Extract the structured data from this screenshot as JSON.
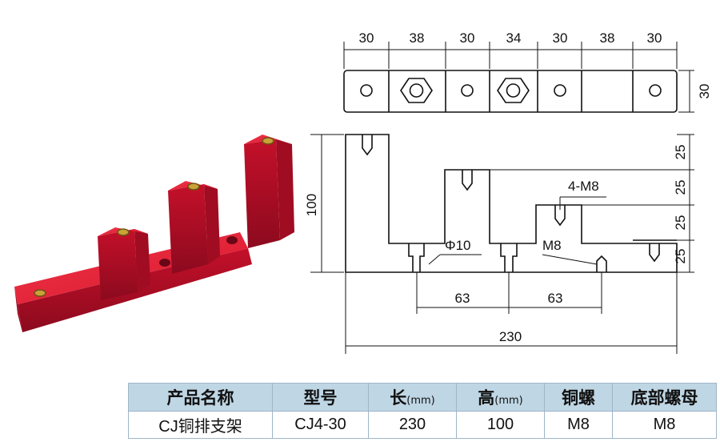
{
  "drawing": {
    "top_dims": [
      "30",
      "38",
      "30",
      "34",
      "30",
      "38",
      "30"
    ],
    "top_height": "30",
    "left_height": "100",
    "right_steps": [
      "25",
      "25",
      "25",
      "25"
    ],
    "callout_4m8": "4-M8",
    "callout_phi10": "Φ10",
    "callout_m8": "M8",
    "spacing_left": "63",
    "spacing_right": "63",
    "overall_length": "230"
  },
  "table": {
    "headers": [
      "产品名称",
      "型号",
      "长",
      "高",
      "铜螺",
      "底部螺母"
    ],
    "units": [
      "",
      "",
      "(mm)",
      "(mm)",
      "",
      ""
    ],
    "row": [
      "CJ铜排支架",
      "CJ4-30",
      "230",
      "100",
      "M8",
      "M8"
    ]
  },
  "colors": {
    "insulator_red": "#d8142b",
    "brass_insert": "#c9a33a",
    "header_blue": "#bfd6e4"
  }
}
